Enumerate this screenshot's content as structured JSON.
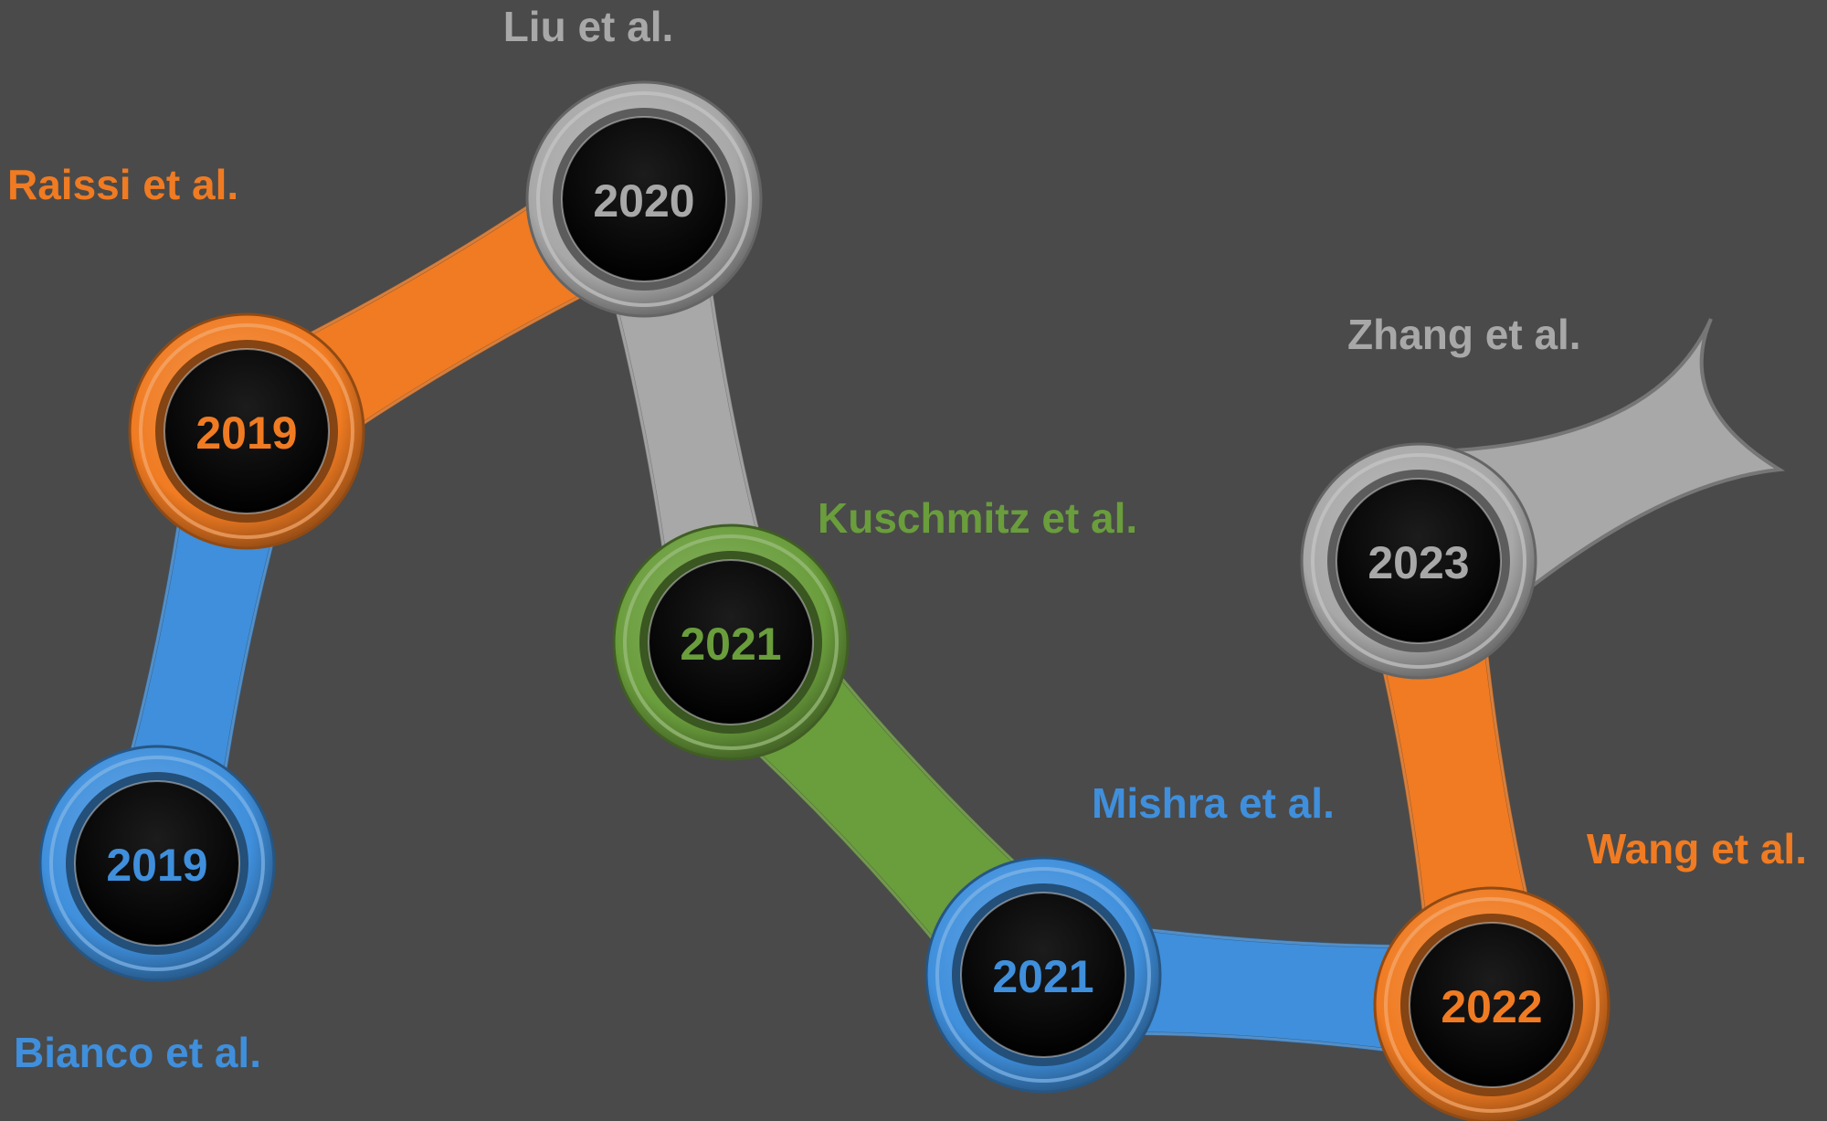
{
  "colors": {
    "background": "#4a4a4a",
    "orange": "#f07b22",
    "blue": "#3f8fdc",
    "gray": "#a8a8a8",
    "green": "#6a9d3c",
    "node_center": "#060606"
  },
  "timeline": [
    {
      "id": "bianco",
      "year": "2019",
      "author": "Bianco et al.",
      "color": "blue"
    },
    {
      "id": "raissi",
      "year": "2019",
      "author": "Raissi et al.",
      "color": "orange"
    },
    {
      "id": "liu",
      "year": "2020",
      "author": "Liu et al.",
      "color": "gray"
    },
    {
      "id": "kuschmitz",
      "year": "2021",
      "author": "Kuschmitz et al.",
      "color": "green"
    },
    {
      "id": "mishra",
      "year": "2021",
      "author": "Mishra et al.",
      "color": "blue"
    },
    {
      "id": "wang",
      "year": "2022",
      "author": "Wang et al.",
      "color": "orange"
    },
    {
      "id": "zhang",
      "year": "2023",
      "author": "Zhang et al.",
      "color": "gray"
    }
  ]
}
